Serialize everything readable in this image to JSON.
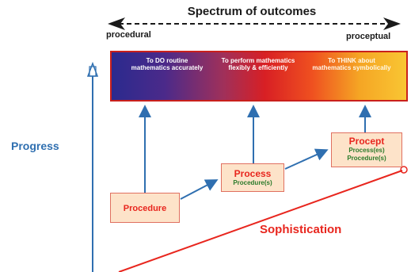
{
  "title": "Spectrum of outcomes",
  "spectrum": {
    "left_label": "procedural",
    "right_label": "proceptual"
  },
  "outcomes": [
    "To DO routine mathematics accurately",
    "To perform mathematics flexibly & efficiently",
    "To THINK about mathematics symbolically"
  ],
  "stages": {
    "procedure": {
      "title": "Procedure"
    },
    "process": {
      "title": "Process",
      "sub": "Procedure(s)"
    },
    "procept": {
      "title": "Procept",
      "sub": [
        "Process(es)",
        "Procedure(s)"
      ]
    }
  },
  "axes": {
    "vertical": "Progress",
    "diagonal": "Sophistication"
  },
  "colors": {
    "axis_blue": "#2f6fb0",
    "accent_red": "#e8261e",
    "stage_fill": "#fde3c9"
  }
}
